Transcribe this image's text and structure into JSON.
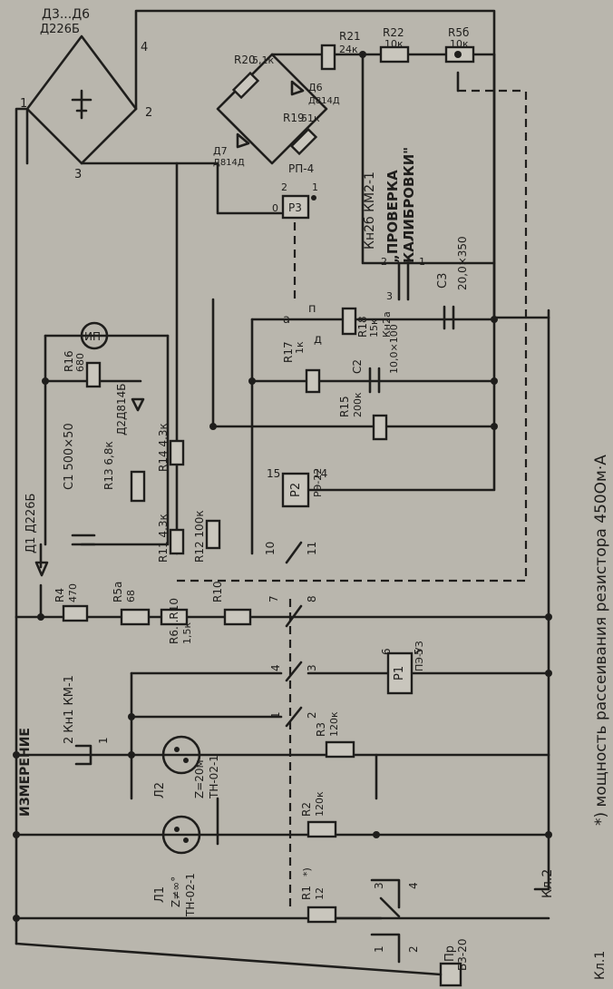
{
  "labels": {
    "d3_d6": "Д3...Д6",
    "d226b": "Д226Б",
    "n1": "1",
    "n2": "2",
    "n3": "3",
    "n4": "4",
    "r20": "R20",
    "r20v": "5,1к",
    "r21": "R21",
    "r21v": "24к",
    "r22": "R22",
    "r22v": "10к",
    "r5b": "R5б",
    "r5bv": "10к",
    "d6": "Д6",
    "d6v": "Д814Д",
    "r19": "R19",
    "r19v": "51к",
    "d7": "Д7",
    "d7v": "Д814Д",
    "rp4": "РП-4",
    "p3": "Р3",
    "p3_0": "0",
    "p3_2": "2",
    "p3_1": "1",
    "kn2b": "Кн2б КМ2-1",
    "proverka": "„ПРОВЕРКА",
    "kalibrovki": "КАЛИБРОВКИ\"",
    "c3": "С3",
    "c3v": "20,0×350",
    "kn2a": "Кн2а",
    "r18": "R18",
    "r18v": "15к",
    "r17": "R17",
    "r17v": "1к",
    "sw_a": "а",
    "sw_p": "п",
    "sw_d": "д",
    "r16": "R16",
    "r16v": "680",
    "ip": "ИП",
    "c1": "С1 500×50",
    "r13": "R13 6,8к",
    "d2": "Д2Д814Б",
    "c2": "С2",
    "c2v": "10,0×100",
    "r15": "R15",
    "r15v": "200к",
    "r14": "R14 4,3к",
    "r11": "R11 4,3к",
    "r12": "R12 100к",
    "p2": "Р2",
    "rez22": "РЭ-22",
    "t15": "15",
    "t14": "14",
    "t10": "10",
    "t11": "11",
    "d1": "Д1 Д226Б",
    "r4": "R4",
    "r4v": "470",
    "r5a": "R5а",
    "r5av": "68",
    "r6r10": "R6...R10",
    "r6r10v": "1,5к",
    "r10": "R10",
    "t7": "7",
    "t8": "8",
    "izm": "ИЗМЕРЕНИЕ",
    "kn1": "2 Кн1 КМ-1",
    "t1a": "1",
    "t4": "4",
    "t3": "3",
    "t1b": "1",
    "t2b": "2",
    "l2": "Л2",
    "l2v": "Z=20м",
    "l2t": "ТН-02-1",
    "r3": "R3",
    "r3v": "120к",
    "p1": "Р1",
    "p1t": "ПЭ-УЗ",
    "p1_6": "6",
    "p1_5": "5",
    "l1": "Л1",
    "l1v": "Z≠∞°",
    "l1t": "ТН-02-1",
    "r2": "R2",
    "r2v": "120к",
    "r1": "R1",
    "r1v": "12",
    "r1star": "*)",
    "kl2": "Кл.2",
    "kl1": "Кл.1",
    "pr": "Пр",
    "prv": "Б3-20",
    "sw_1": "1",
    "sw_2": "2",
    "sw_3": "3",
    "sw_4": "4",
    "footnote": "*) мощность рассеивания резистора 450Ом·А"
  }
}
